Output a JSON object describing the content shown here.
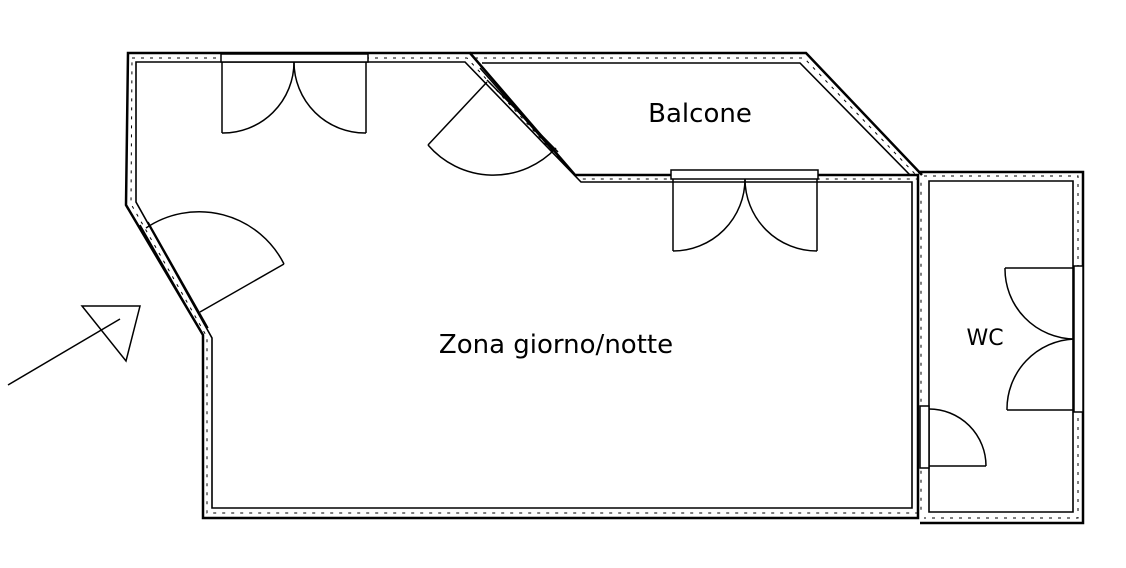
{
  "rooms": {
    "living": {
      "label": "Zona giorno/notte"
    },
    "balcony": {
      "label": "Balcone"
    },
    "bathroom": {
      "label": "WC"
    }
  }
}
